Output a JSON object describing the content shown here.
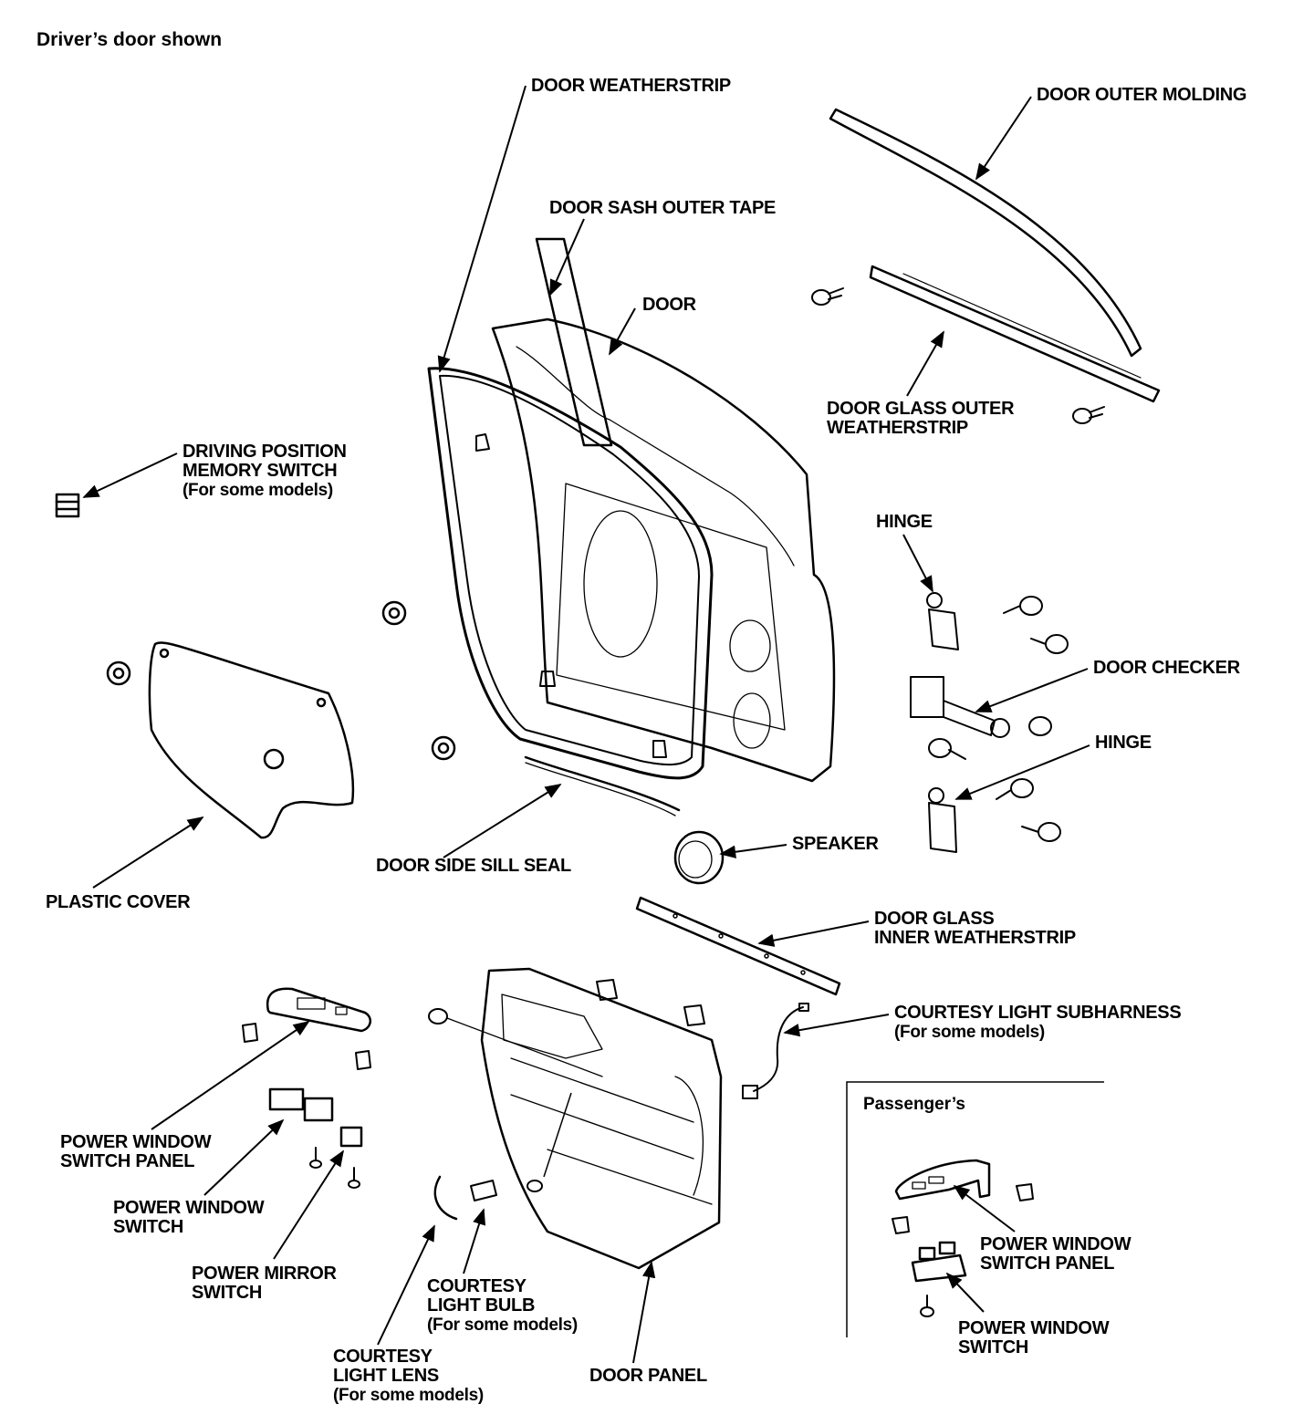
{
  "title": "Driver’s door shown",
  "passenger_inset": {
    "title": "Passenger’s"
  },
  "labels": {
    "door_weatherstrip": [
      "DOOR WEATHERSTRIP"
    ],
    "door_outer_molding": [
      "DOOR OUTER MOLDING"
    ],
    "door_sash_outer_tape": [
      "DOOR SASH OUTER TAPE"
    ],
    "door": [
      "DOOR"
    ],
    "door_glass_outer_weatherstrip": [
      "DOOR GLASS OUTER",
      "WEATHERSTRIP"
    ],
    "driving_position_memory_switch": [
      "DRIVING POSITION",
      "MEMORY SWITCH",
      "(For some models)"
    ],
    "hinge_upper": [
      "HINGE"
    ],
    "door_checker": [
      "DOOR CHECKER"
    ],
    "hinge_lower": [
      "HINGE"
    ],
    "speaker": [
      "SPEAKER"
    ],
    "door_side_sill_seal": [
      "DOOR SIDE SILL SEAL"
    ],
    "plastic_cover": [
      "PLASTIC COVER"
    ],
    "door_glass_inner_weatherstrip": [
      "DOOR GLASS",
      "INNER WEATHERSTRIP"
    ],
    "courtesy_light_subharness": [
      "COURTESY LIGHT SUBHARNESS",
      "(For some models)"
    ],
    "power_window_switch_panel": [
      "POWER WINDOW",
      "SWITCH PANEL"
    ],
    "power_window_switch": [
      "POWER WINDOW",
      "SWITCH"
    ],
    "power_mirror_switch": [
      "POWER MIRROR",
      "SWITCH"
    ],
    "courtesy_light_bulb": [
      "COURTESY",
      "LIGHT BULB",
      "(For some models)"
    ],
    "courtesy_light_lens": [
      "COURTESY",
      "LIGHT LENS",
      "(For some models)"
    ],
    "door_panel": [
      "DOOR PANEL"
    ],
    "passenger_power_window_switch_panel": [
      "POWER WINDOW",
      "SWITCH PANEL"
    ],
    "passenger_power_window_switch": [
      "POWER WINDOW",
      "SWITCH"
    ]
  }
}
